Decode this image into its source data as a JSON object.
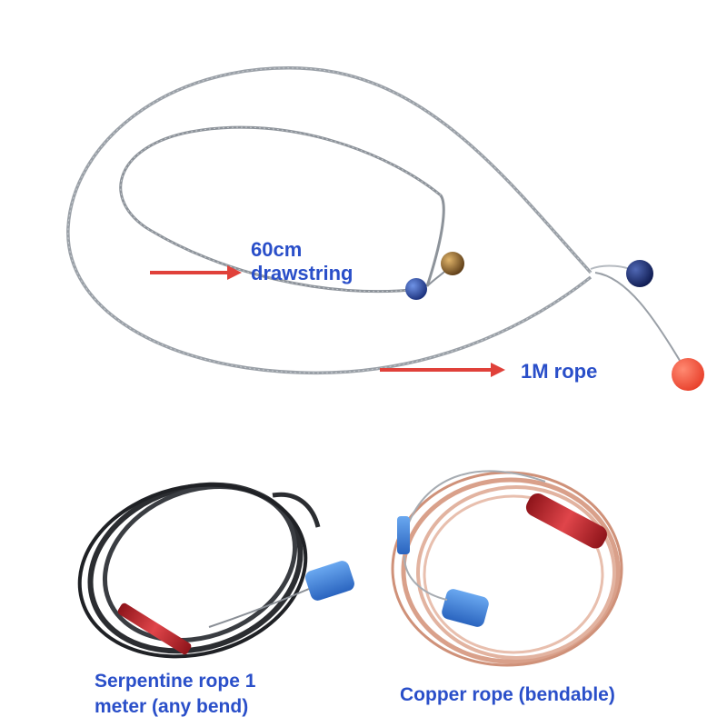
{
  "labels": {
    "drawstring_line1": "60cm",
    "drawstring_line2": "drawstring",
    "rope": "1M rope",
    "serpentine_line1": "Serpentine rope 1",
    "serpentine_line2": "meter (any bend)",
    "copper": "Copper rope (bendable)"
  },
  "colors": {
    "label_text": "#2a4fc9",
    "arrow": "#e0413a",
    "steel_wire": "#8a8f96",
    "copper_wire": "#d9a08a",
    "black_hose": "#2b2d31",
    "blue_handle": "#3a7fd6",
    "red_tube": "#c3262c"
  }
}
